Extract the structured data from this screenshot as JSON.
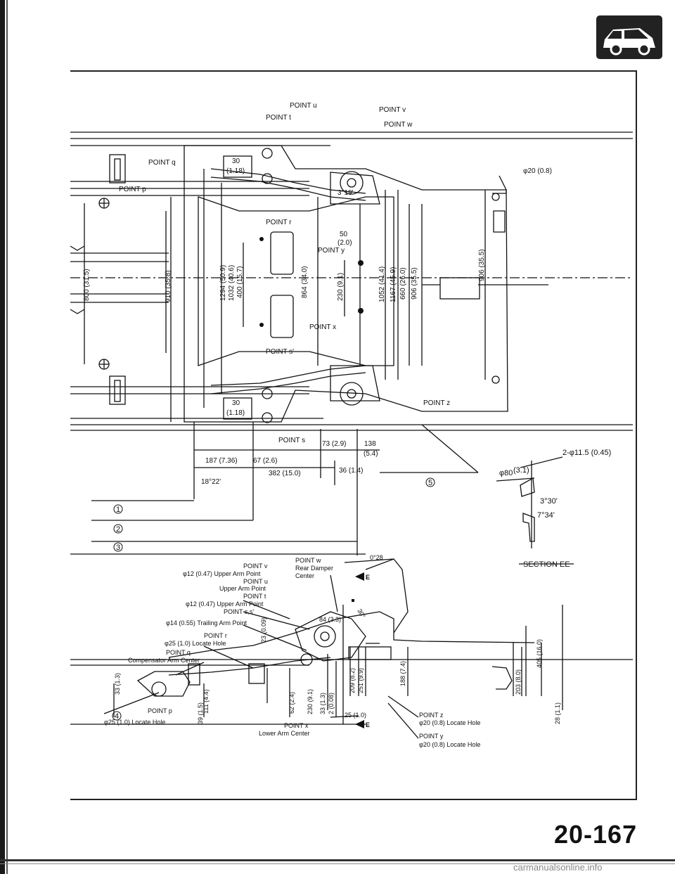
{
  "page_number": "20-167",
  "watermark": "carmanualsonline.info",
  "icon": "car-body-icon",
  "top_view": {
    "points": {
      "u": "POINT u",
      "t": "POINT t",
      "v": "POINT v",
      "w": "POINT w",
      "q": "POINT q",
      "p": "POINT p",
      "r": "POINT r",
      "y": "POINT y",
      "x": "POINT x",
      "s_prime": "POINT s'",
      "z": "POINT z",
      "s": "POINT s"
    },
    "hole_top_right": "φ20 (0.8)",
    "dims_vertical": [
      "800 (31.5)",
      "910 (35.8)",
      "1294 (50.9)",
      "1032 (40.6)",
      "400 (15.7)",
      "864 (34.0)",
      "230 (9.1)",
      "1052 (41.4)",
      "1167 (45.9)",
      "660 (26.0)",
      "906 (35.5)",
      "906 (35.5)"
    ],
    "dim_50": "50",
    "dim_50_in": "(2.0)",
    "angle_top": "3°19'",
    "box_30_top": "30",
    "box_30_top_in": "(1.18)",
    "box_30_bot": "30",
    "box_30_bot_in": "(1.18)",
    "dim_73": "73 (2.9)",
    "dim_138": "138",
    "dim_138_in": "(5.4)",
    "dim_187": "187 (7.36)",
    "dim_67": "67 (2.6)",
    "dim_382": "382 (15.0)",
    "dim_36": "36 (1.4)",
    "angle_bottom": "18°22'",
    "circles": [
      "1",
      "2",
      "3",
      "5"
    ]
  },
  "section_ee": {
    "hole": "2-φ11.5 (0.45)",
    "phi80": "φ80",
    "phi80_in": "(3.1)",
    "angle1": "3°30'",
    "angle2": "7°34'",
    "label": "SECTION EE"
  },
  "side_view": {
    "angle_top": "0°28",
    "point_w": "POINT w",
    "rear_damper": "Rear Damper",
    "center": "Center",
    "point_v": "POINT v",
    "upper_arm_v": "φ12 (0.47) Upper Arm Point",
    "point_u": "POINT u",
    "upper_arm_point": "Upper Arm Point",
    "point_t": "POINT t",
    "upper_arm_t": "φ12 (0.47) Upper Arm Point",
    "point_s": "POINT s,s'",
    "trailing_arm": "φ14 (0.55) Trailing Arm Point",
    "point_r": "POINT r",
    "locate_r": "φ25 (1.0) Locate Hole",
    "point_q": "POINT q",
    "comp_arm": "Compensator Arm Center",
    "point_p": "POINT p",
    "locate_p": "φ25 (1.0) Locate Hole",
    "point_x": "POINT x",
    "lower_arm": "Lower Arm Center",
    "point_z": "POINT z",
    "locate_z": "φ20 (0.8) Locate Hole",
    "point_y": "POINT y",
    "locate_y": "φ20 (0.8) Locate Hole",
    "e_marker": "E",
    "dim_84": "84 (3.3)",
    "angle_30": "30°",
    "dims": [
      "23 (0.09)",
      "33 (1.3)",
      "111 (4.4)",
      "62 (2.4)",
      "230 (9.1)",
      "33 (1.3)",
      "2 (0.08)",
      "209 (8.2)",
      "251 (9.9)",
      "188 (7.4)",
      "203 (8.0)",
      "405 (16.0)",
      "28 (1.1)",
      "39 (1.5)"
    ],
    "dim_25": "25 (1.0)",
    "circle": "4"
  }
}
